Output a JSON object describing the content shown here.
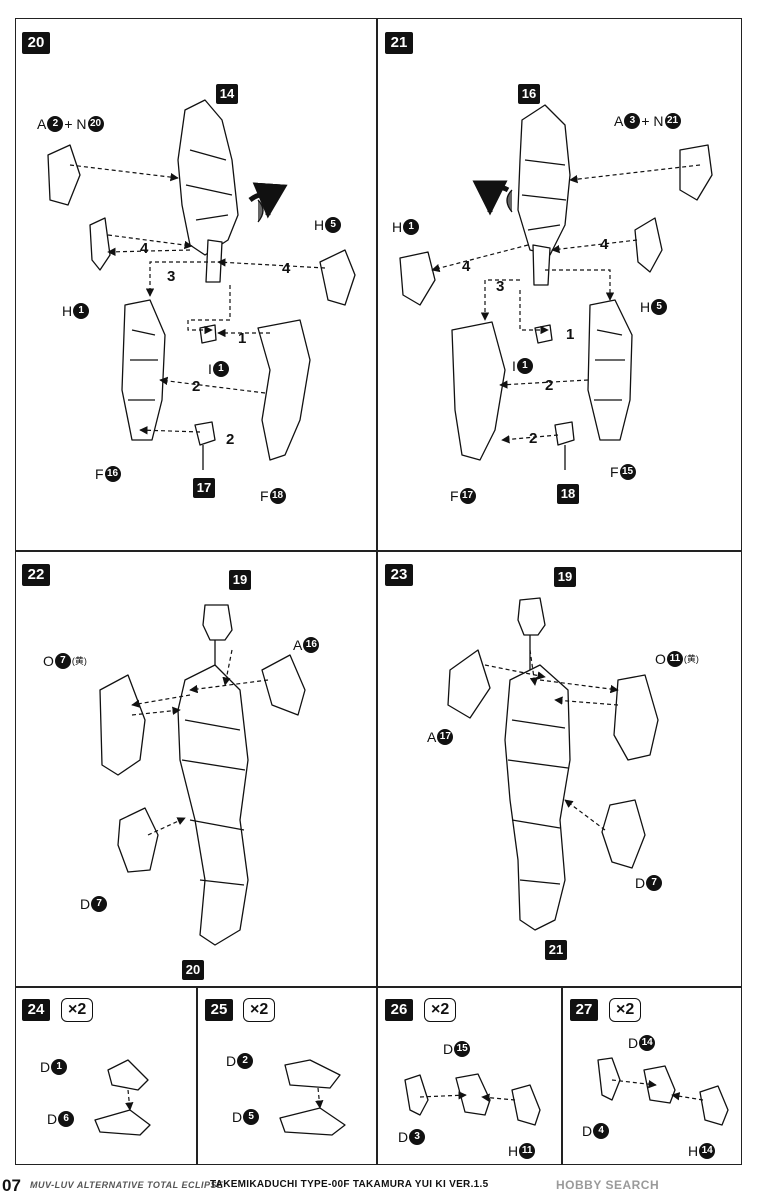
{
  "steps": {
    "s20": {
      "num": "20",
      "calls": [
        "14",
        "17",
        "A",
        "2",
        "+ N",
        "20",
        "H",
        "5",
        "H",
        "1",
        "I",
        "1",
        "F",
        "16",
        "F",
        "18"
      ],
      "steps": [
        "1",
        "2",
        "2",
        "3",
        "4",
        "4"
      ]
    },
    "s21": {
      "num": "21",
      "calls": [
        "16",
        "18",
        "A",
        "3",
        "+ N",
        "21",
        "H",
        "1",
        "H",
        "5",
        "I",
        "1",
        "F",
        "17",
        "F",
        "15"
      ],
      "steps": [
        "1",
        "2",
        "2",
        "3",
        "4",
        "4"
      ]
    },
    "s22": {
      "num": "22",
      "calls": [
        "19",
        "20",
        "O",
        "7",
        "(黄)",
        "A",
        "16",
        "D",
        "7"
      ]
    },
    "s23": {
      "num": "23",
      "calls": [
        "19",
        "21",
        "O",
        "11",
        "(黄)",
        "A",
        "17",
        "D",
        "7"
      ]
    },
    "s24": {
      "num": "24",
      "mult": "×2",
      "calls": [
        "D",
        "1",
        "D",
        "6"
      ]
    },
    "s25": {
      "num": "25",
      "mult": "×2",
      "calls": [
        "D",
        "2",
        "D",
        "5"
      ]
    },
    "s26": {
      "num": "26",
      "mult": "×2",
      "calls": [
        "D",
        "15",
        "D",
        "3",
        "H",
        "11"
      ]
    },
    "s27": {
      "num": "27",
      "mult": "×2",
      "calls": [
        "D",
        "14",
        "D",
        "4",
        "H",
        "14"
      ]
    }
  },
  "footer": {
    "page": "07",
    "subtitle": "MUV-LUV ALTERNATIVE TOTAL ECLIPSE",
    "title": "TAKEMIKADUCHI TYPE-00F TAKAMURA YUI KI VER.1.5",
    "watermark": "HOBBY SEARCH"
  }
}
